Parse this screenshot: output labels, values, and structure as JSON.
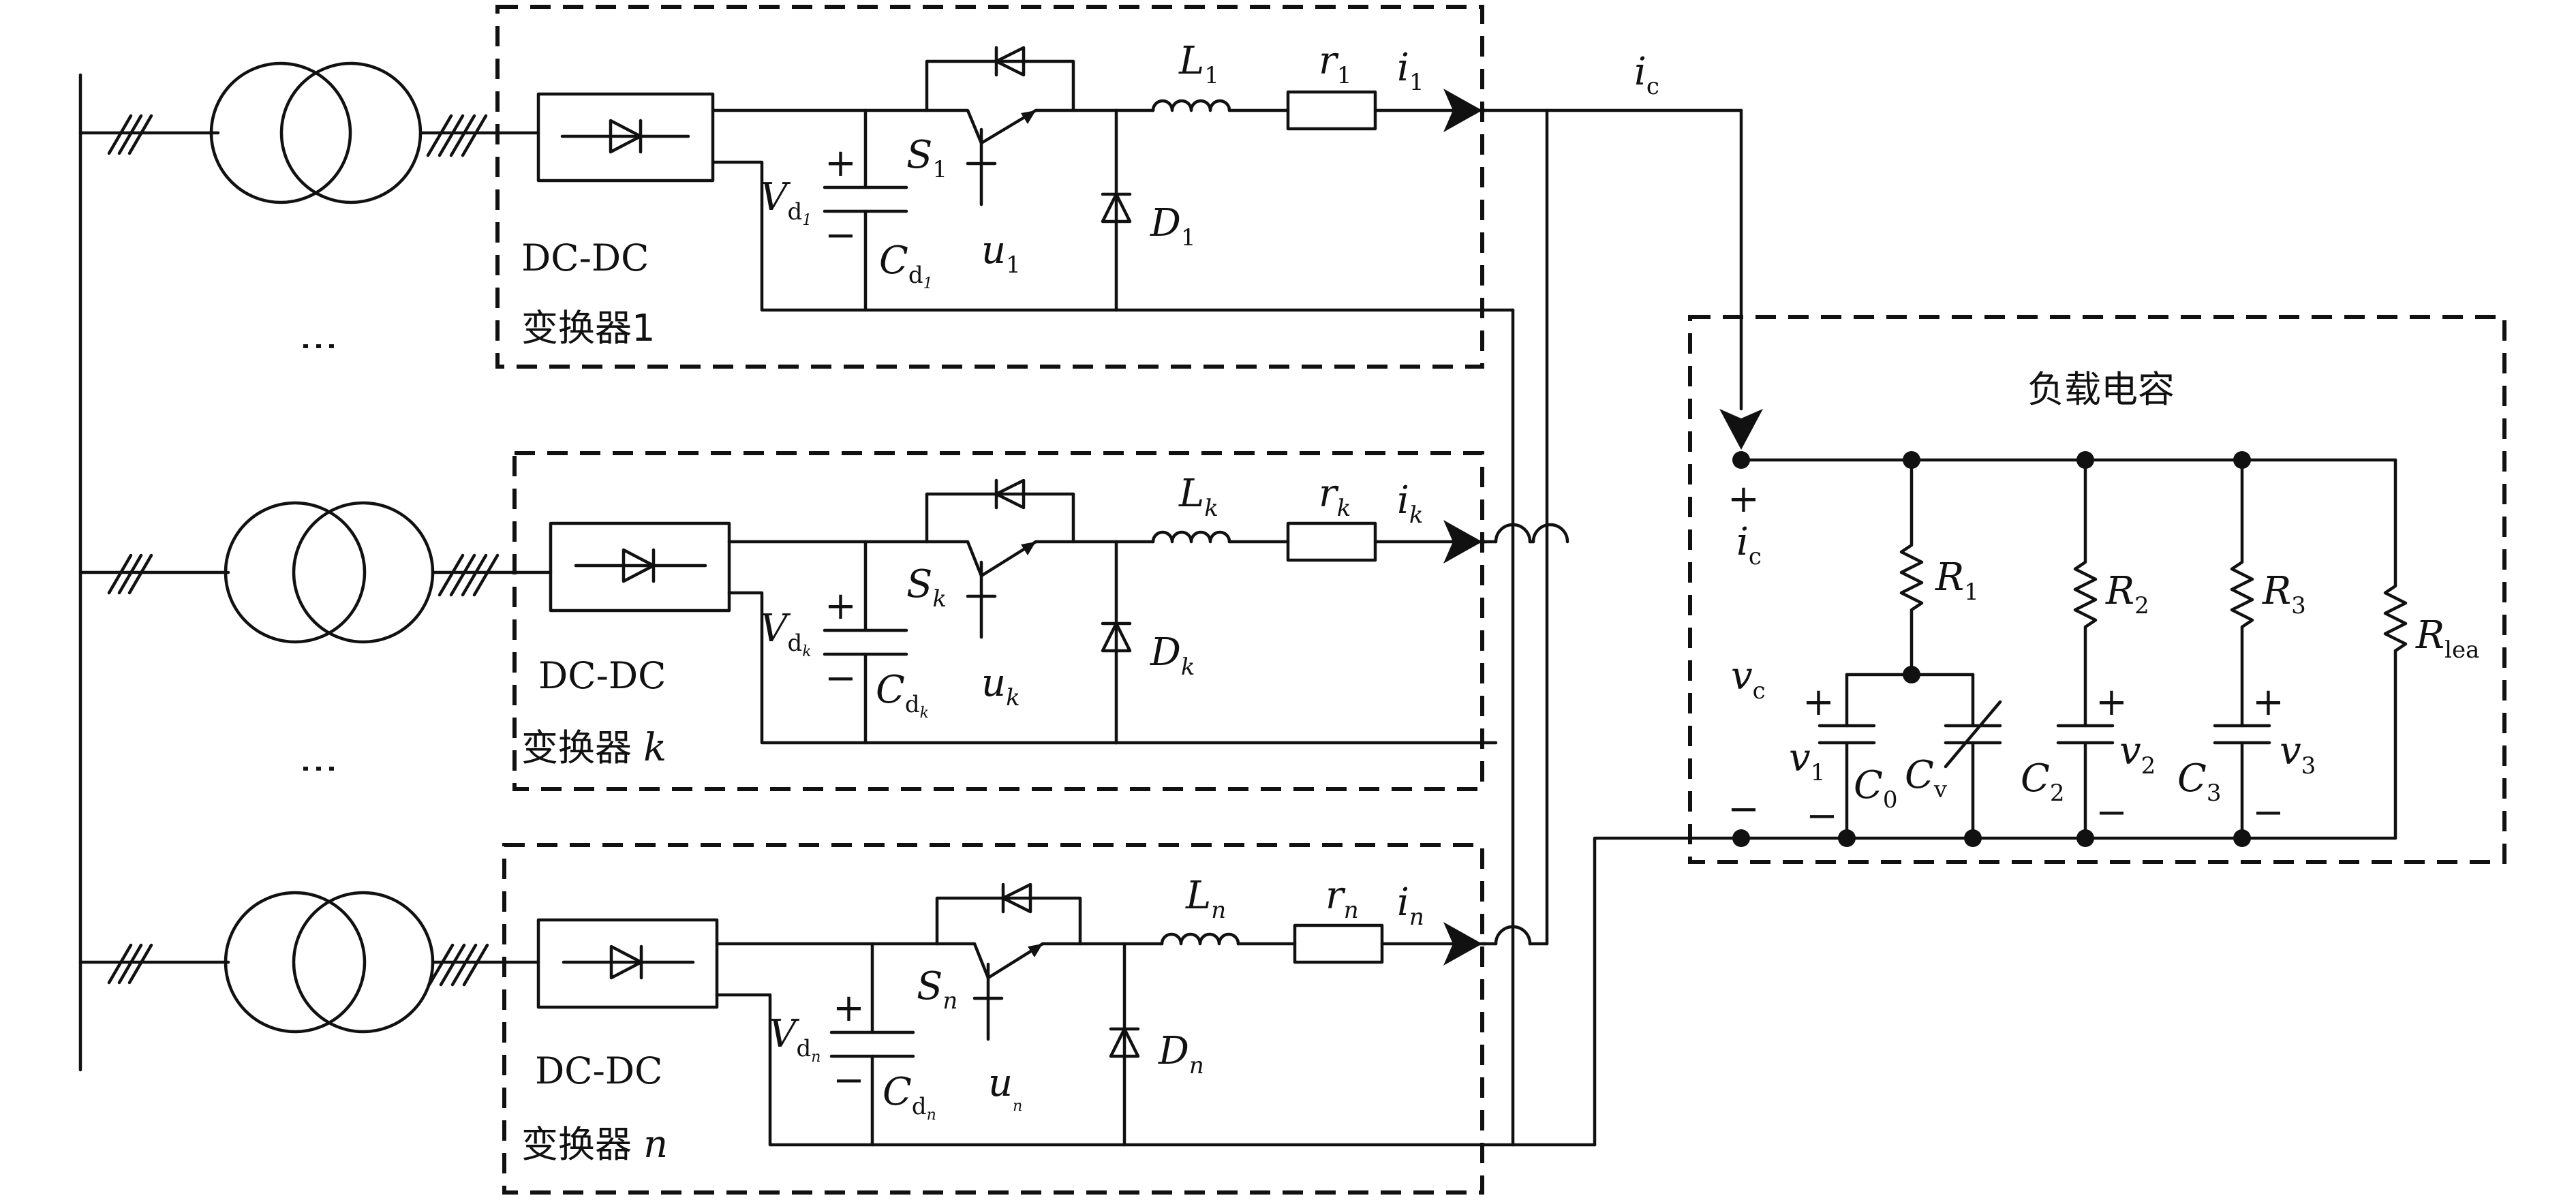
{
  "converters": [
    {
      "label_line1": "DC-DC",
      "label_line2": "变换器1",
      "V_sub": "d",
      "V_subsub": "1",
      "S_sub": "1",
      "u_sub": "1",
      "D_sub": "1",
      "L_sub": "1",
      "r_sub": "1",
      "i_sub": "1",
      "C_sub": "d",
      "C_subsub": "1"
    },
    {
      "label_line1": "DC-DC",
      "label_line2": "变换器 ",
      "label_var": "k",
      "V_sub": "d",
      "V_subsub": "k",
      "S_sub": "k",
      "u_sub": "k",
      "D_sub": "k",
      "L_sub": "k",
      "r_sub": "k",
      "i_sub": "k",
      "C_sub": "d",
      "C_subsub": "k"
    },
    {
      "label_line1": "DC-DC",
      "label_line2": "变换器 ",
      "label_var": "n",
      "V_sub": "d",
      "V_subsub": "n",
      "S_sub": "n",
      "u_sub": "n",
      "D_sub": "n",
      "L_sub": "n",
      "r_sub": "n",
      "i_sub": "n",
      "C_sub": "d",
      "C_subsub": "n"
    }
  ],
  "symbols": {
    "V": "V",
    "S": "S",
    "u": "u",
    "D": "D",
    "L": "L",
    "r": "r",
    "i": "i",
    "C": "C",
    "plus": "+",
    "minus": "−",
    "ellipsis": "⋮"
  },
  "top_current": {
    "sym": "i",
    "sub": "c"
  },
  "load": {
    "title": "负载电容",
    "ic": {
      "sym": "i",
      "sub": "c"
    },
    "vc": {
      "sym": "v",
      "sub": "c"
    },
    "R1": {
      "sym": "R",
      "sub": "1"
    },
    "R2": {
      "sym": "R",
      "sub": "2"
    },
    "R3": {
      "sym": "R",
      "sub": "3"
    },
    "Rlea": {
      "sym": "R",
      "sub": "lea"
    },
    "C0": {
      "sym": "C",
      "sub": "0"
    },
    "Cv": {
      "sym": "C",
      "sub": "v"
    },
    "C2": {
      "sym": "C",
      "sub": "2"
    },
    "C3": {
      "sym": "C",
      "sub": "3"
    },
    "v1": {
      "sym": "v",
      "sub": "1"
    },
    "v2": {
      "sym": "v",
      "sub": "2"
    },
    "v3": {
      "sym": "v",
      "sub": "3"
    }
  }
}
